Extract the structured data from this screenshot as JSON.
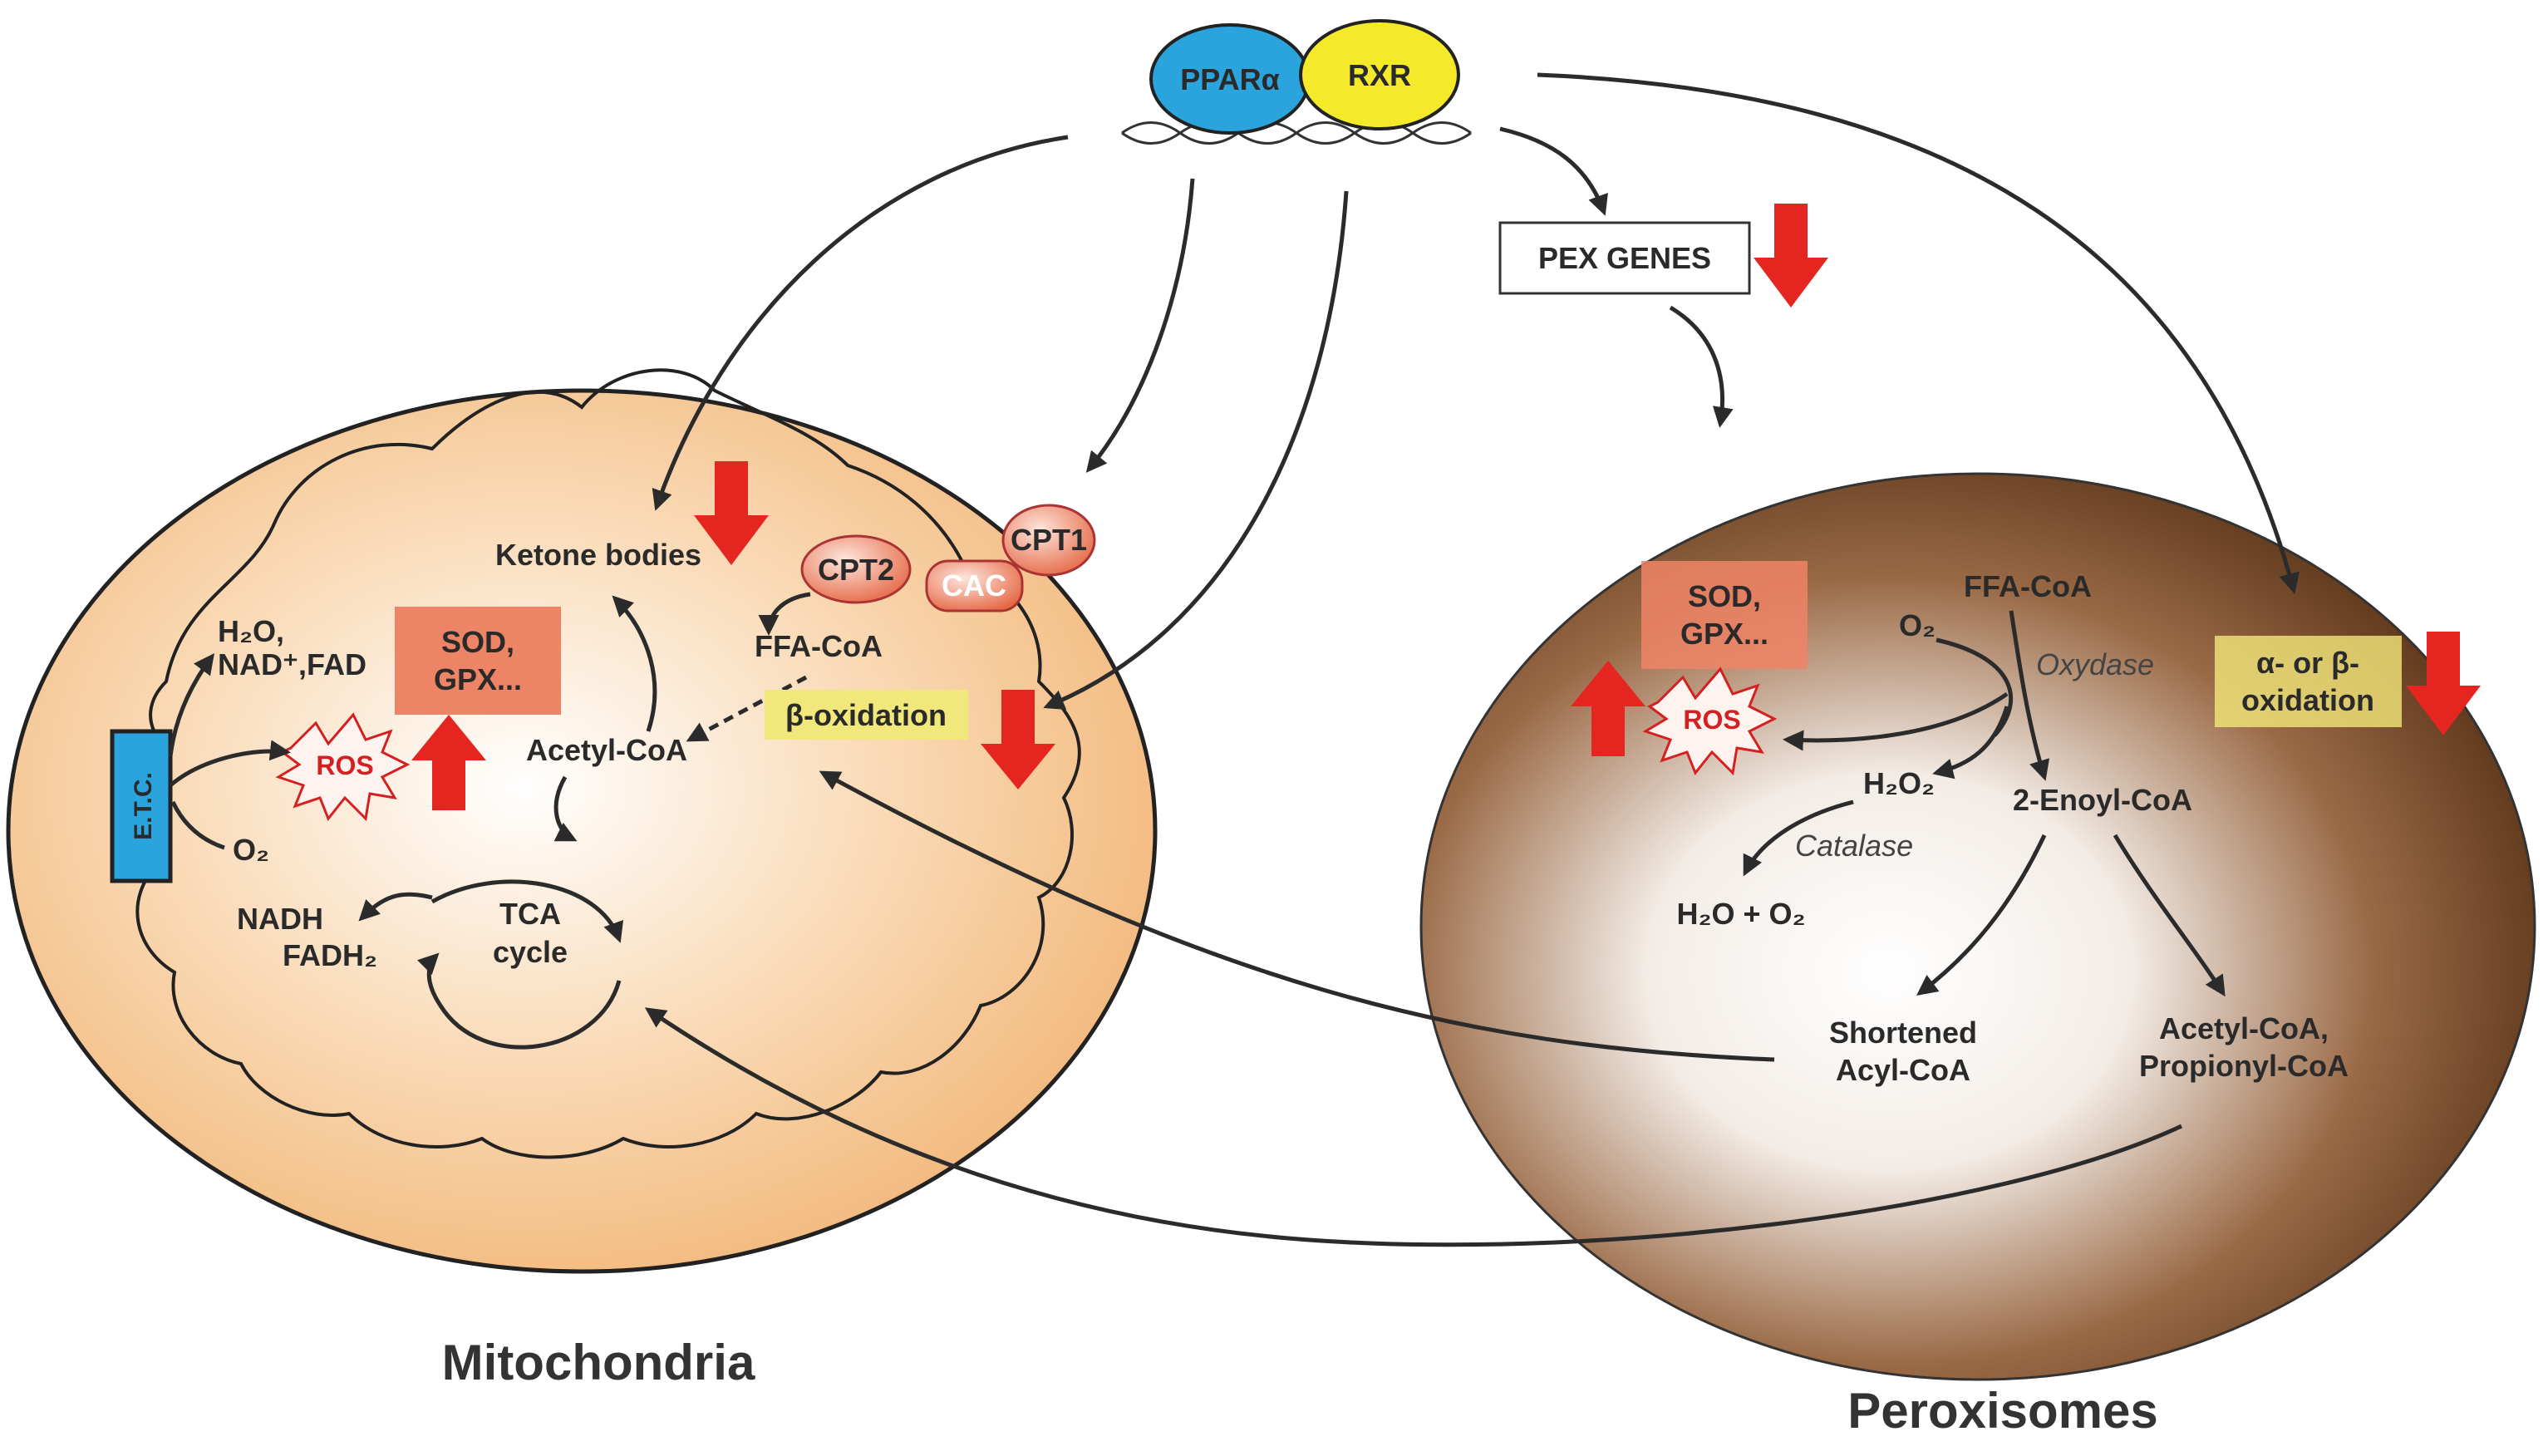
{
  "transcription": {
    "ppar": "PPARα",
    "rxr": "RXR",
    "pex_genes": "PEX GENES"
  },
  "mitochondria": {
    "title": "Mitochondria",
    "ketone_bodies": "Ketone bodies",
    "cpt1": "CPT1",
    "cpt2": "CPT2",
    "cac": "CAC",
    "ffa_coa": "FFA-CoA",
    "beta_oxidation": "β-oxidation",
    "acetyl_coa": "Acetyl-CoA",
    "tca_1": "TCA",
    "tca_2": "cycle",
    "sod_1": "SOD,",
    "sod_2": "GPX...",
    "ros": "ROS",
    "etc": "E.T.C.",
    "h2o_line1": "H₂O,",
    "h2o_line2": "NAD⁺,FAD",
    "o2": "O₂",
    "nadh": "NADH",
    "fadh2": "FADH₂"
  },
  "peroxisome": {
    "title": "Peroxisomes",
    "sod_1": "SOD,",
    "sod_2": "GPX...",
    "ros": "ROS",
    "ffa_coa": "FFA-CoA",
    "o2": "O₂",
    "oxydase": "Oxydase",
    "h2o2": "H₂O₂",
    "enoyl": "2-Enoyl-CoA",
    "catalase": "Catalase",
    "h2o_o2": "H₂O + O₂",
    "shortened_1": "Shortened",
    "shortened_2": "Acyl-CoA",
    "acetyl_1": "Acetyl-CoA,",
    "acetyl_2": "Propionyl-CoA",
    "alpha_1": "α- or β-",
    "alpha_2": "oxidation"
  },
  "colors": {
    "mito_fill": "#f2b77a",
    "ppar_blue": "#2ba3dc",
    "rxr_yellow": "#f4ea2a",
    "red_arrow": "#e42520",
    "sod_box": "#ee8466",
    "beta_box": "#f2e77a",
    "peroxisome_dark": "#5a3418",
    "etc_blue": "#2ba3dc"
  }
}
